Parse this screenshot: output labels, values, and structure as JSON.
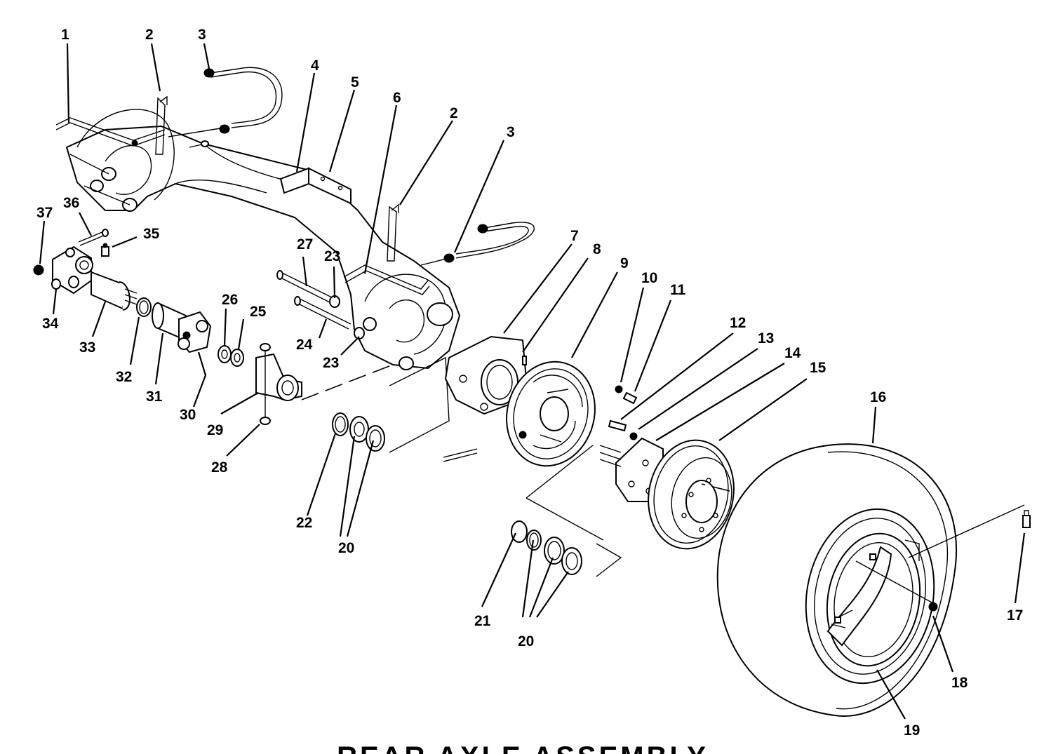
{
  "callouts": {
    "c1": "1",
    "c2a": "2",
    "c2b": "2",
    "c3a": "3",
    "c3b": "3",
    "c4": "4",
    "c5": "5",
    "c6": "6",
    "c7": "7",
    "c8": "8",
    "c9": "9",
    "c10": "10",
    "c11": "11",
    "c12": "12",
    "c13": "13",
    "c14": "14",
    "c15": "15",
    "c16": "16",
    "c17": "17",
    "c18": "18",
    "c19": "19",
    "c20a": "20",
    "c20b": "20",
    "c21": "21",
    "c22": "22",
    "c23a": "23",
    "c23b": "23",
    "c24": "24",
    "c25": "25",
    "c26": "26",
    "c27": "27",
    "c28": "28",
    "c29": "29",
    "c30": "30",
    "c31": "31",
    "c32": "32",
    "c33": "33",
    "c34": "34",
    "c35": "35",
    "c36": "36",
    "c37": "37"
  },
  "footer_title": "REAR AXLE ASSEMBLY"
}
